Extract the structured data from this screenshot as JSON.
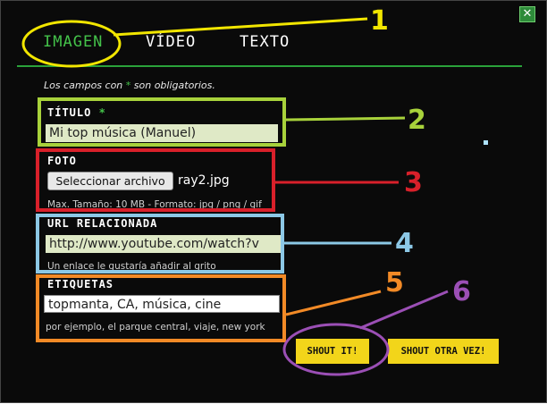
{
  "tabs": [
    {
      "label": "IMAGEN",
      "active": true
    },
    {
      "label": "VÍDEO",
      "active": false
    },
    {
      "label": "TEXTO",
      "active": false
    }
  ],
  "close_icon": "close-icon",
  "required_note": {
    "before": "Los campos con ",
    "star": "*",
    "after": " son obligatorios."
  },
  "title_field": {
    "label": "TÍTULO",
    "required_mark": "*",
    "value": "Mi top música (Manuel)"
  },
  "photo_field": {
    "label": "FOTO",
    "button_label": "Seleccionar archivo",
    "file_name": "ray2.jpg",
    "hint": "Max. Tamaño: 10 MB - Formato: jpg / png / gif"
  },
  "url_field": {
    "label": "URL RELACIONADA",
    "value": "http://www.youtube.com/watch?v",
    "hint": "Un enlace le gustaría añadir al grito"
  },
  "tags_field": {
    "label": "ETIQUETAS",
    "value": "topmanta, CA, música, cine",
    "hint": "por ejemplo, el parque central, viaje, new york"
  },
  "buttons": {
    "shout": "SHOUT IT!",
    "shout_again": "SHOUT OTRA VEZ!"
  },
  "callouts": [
    "1",
    "2",
    "3",
    "4",
    "5",
    "6"
  ],
  "colors": {
    "accent_green": "#44c24a",
    "callout_1": "#f2e600",
    "callout_2": "#a8d23b",
    "callout_3": "#d8202a",
    "callout_4": "#8cc8e6",
    "callout_5": "#f28a26",
    "callout_6": "#9b4fb5",
    "button_yellow": "#f2d51a"
  }
}
